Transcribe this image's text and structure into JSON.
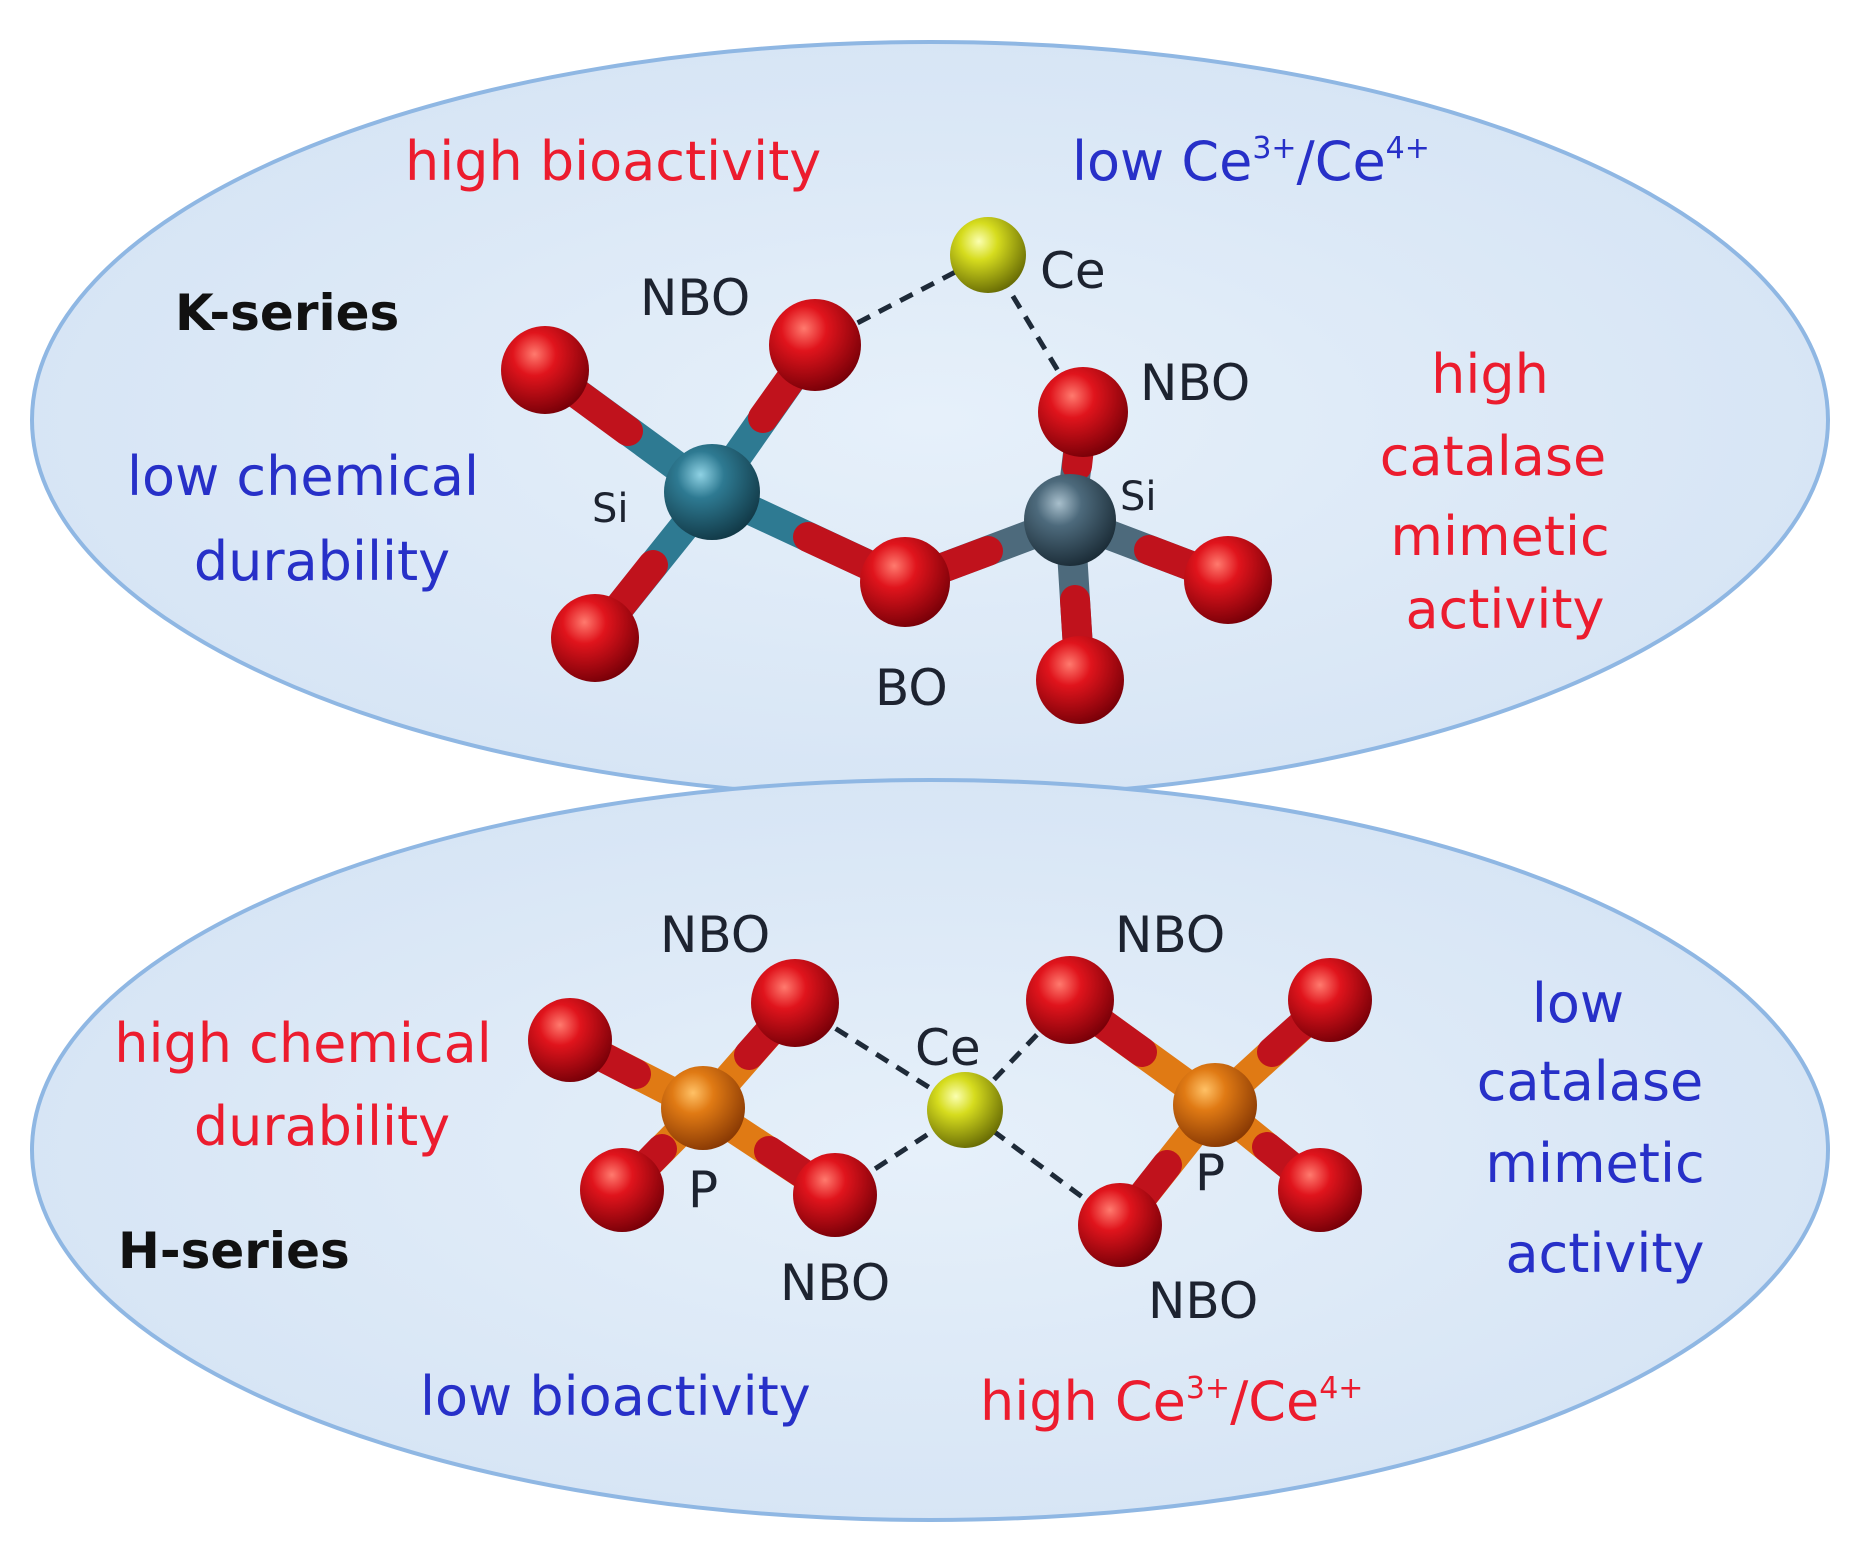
{
  "colors": {
    "ellipse_fill": "#dde9f7",
    "ellipse_stroke": "#8fb7e3",
    "red_text": "#ec1c2e",
    "blue_text": "#2730c8",
    "oxygen": "#d1111a",
    "silicon": "#2e6f86",
    "phosphorus": "#e07a14",
    "cerium": "#d6dc1e"
  },
  "k_series": {
    "name": "K-series",
    "prop_bioactivity": "high bioactivity",
    "ratio_prefix": "low ",
    "ratio_ce3": "Ce",
    "ratio_ce3_sup": "3+",
    "ratio_sep": "/Ce",
    "ratio_ce4_sup": "4+",
    "durability_line1": "low chemical",
    "durability_line2": "durability",
    "catalase_line1": "high",
    "catalase_line2": "catalase",
    "catalase_line3": "mimetic",
    "catalase_line4": "activity",
    "label_nbo_left": "NBO",
    "label_nbo_right": "NBO",
    "label_ce": "Ce",
    "label_si_left": "Si",
    "label_si_right": "Si",
    "label_bo": "BO"
  },
  "h_series": {
    "name": "H-series",
    "durability_line1": "high chemical",
    "durability_line2": "durability",
    "prop_bioactivity": "low bioactivity",
    "ratio_prefix": "high ",
    "ratio_ce3": "Ce",
    "ratio_ce3_sup": "3+",
    "ratio_sep": "/Ce",
    "ratio_ce4_sup": "4+",
    "catalase_line1": "low",
    "catalase_line2": "catalase",
    "catalase_line3": "mimetic",
    "catalase_line4": "activity",
    "label_nbo_tl": "NBO",
    "label_nbo_tr": "NBO",
    "label_nbo_bl": "NBO",
    "label_nbo_br": "NBO",
    "label_ce": "Ce",
    "label_p_left": "P",
    "label_p_right": "P"
  }
}
